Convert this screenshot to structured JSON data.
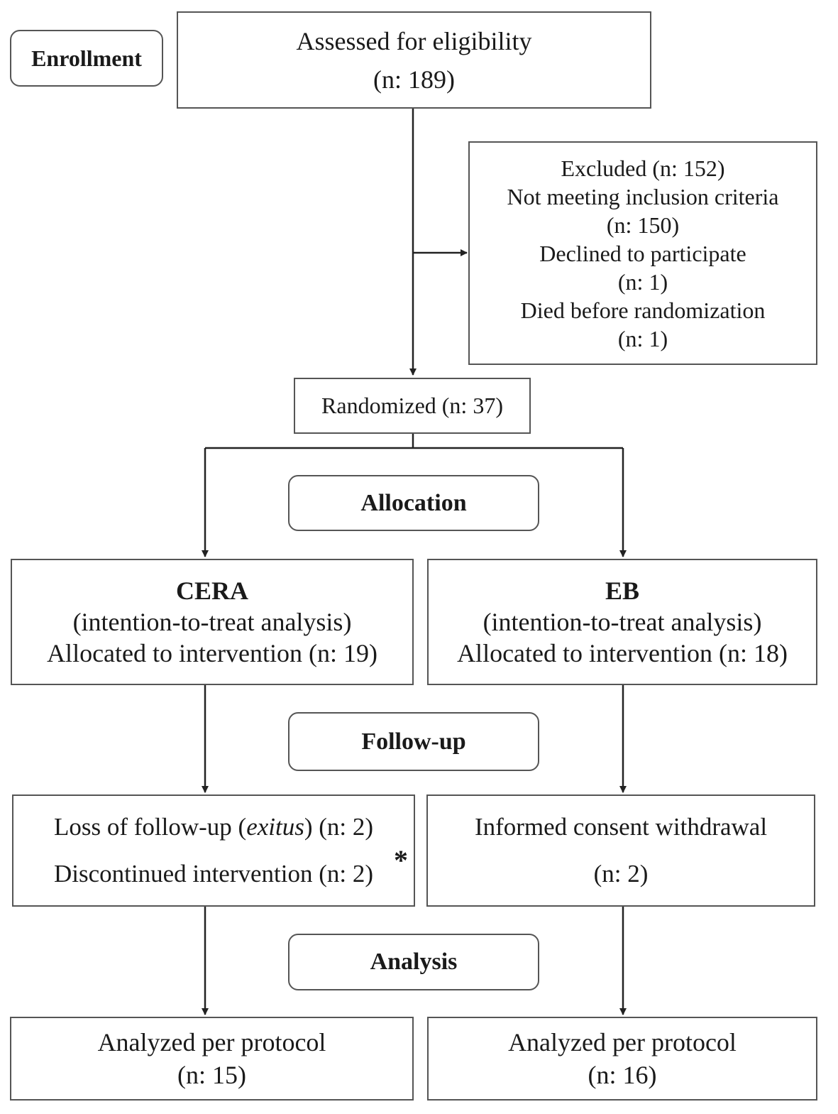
{
  "stages": {
    "enrollment": "Enrollment",
    "allocation": "Allocation",
    "followup": "Follow-up",
    "analysis": "Analysis"
  },
  "assessed": {
    "line1": "Assessed for eligibility",
    "line2": "(n: 189)"
  },
  "excluded": {
    "title": "Excluded (n: 152)",
    "reason1": "Not meeting inclusion criteria",
    "reason1_n": "(n: 150)",
    "reason2": "Declined to participate",
    "reason2_n": "(n: 1)",
    "reason3": "Died before randomization",
    "reason3_n": "(n: 1)"
  },
  "randomized": "Randomized (n: 37)",
  "arms": {
    "cera": {
      "name": "CERA",
      "analysis": "(intention-to-treat analysis)",
      "allocated": "Allocated to intervention (n: 19)",
      "followup_loss_prefix": "Loss of follow-up (",
      "followup_loss_italic": "exitus",
      "followup_loss_suffix": ") (n: 2)",
      "followup_discontinued": "Discontinued intervention (n: 2)",
      "followup_marker": "*",
      "analyzed": "Analyzed per protocol",
      "analyzed_n": "(n: 15)"
    },
    "eb": {
      "name": "EB",
      "analysis": "(intention-to-treat analysis)",
      "allocated": "Allocated to intervention (n: 18)",
      "followup_line1": "Informed consent withdrawal",
      "followup_line2": "(n: 2)",
      "analyzed": "Analyzed per protocol",
      "analyzed_n": "(n: 16)"
    }
  }
}
